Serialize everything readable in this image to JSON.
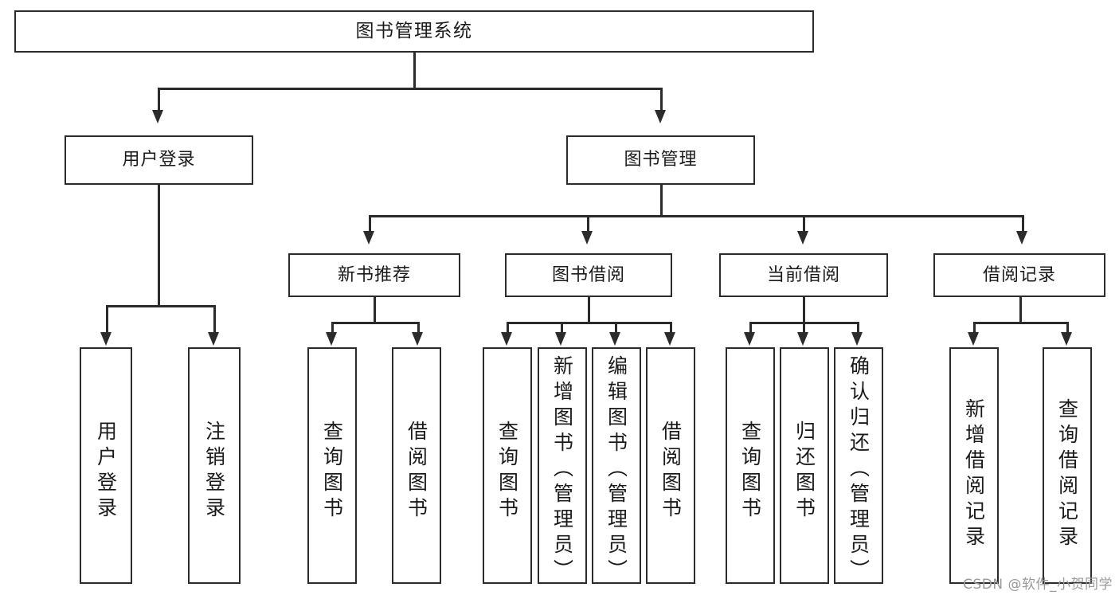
{
  "diagram": {
    "title": "图书管理系统",
    "watermark": "CSDN @软件_小贺同学",
    "colors": {
      "stroke": "#2b2b2b",
      "background": "#ffffff",
      "text": "#1a1a1a",
      "watermark": "#9a9a9a"
    },
    "levels": {
      "root": "图书管理系统",
      "level1": [
        {
          "label": "用户登录"
        },
        {
          "label": "图书管理"
        }
      ],
      "level2": [
        {
          "label": "新书推荐"
        },
        {
          "label": "图书借阅"
        },
        {
          "label": "当前借阅"
        },
        {
          "label": "借阅记录"
        }
      ]
    },
    "leaves": {
      "user_login": [
        {
          "label": "用户登录"
        },
        {
          "label": "注销登录"
        }
      ],
      "new_book_recommend": [
        {
          "label": "查询图书"
        },
        {
          "label": "借阅图书"
        }
      ],
      "book_borrow": [
        {
          "label": "查询图书"
        },
        {
          "label": "新增图书（管理员）"
        },
        {
          "label": "编辑图书（管理员）"
        },
        {
          "label": "借阅图书"
        }
      ],
      "current_borrow": [
        {
          "label": "查询图书"
        },
        {
          "label": "归还图书"
        },
        {
          "label": "确认归还（管理员）"
        }
      ],
      "borrow_records": [
        {
          "label": "新增借阅记录"
        },
        {
          "label": "查询借阅记录"
        }
      ]
    }
  }
}
